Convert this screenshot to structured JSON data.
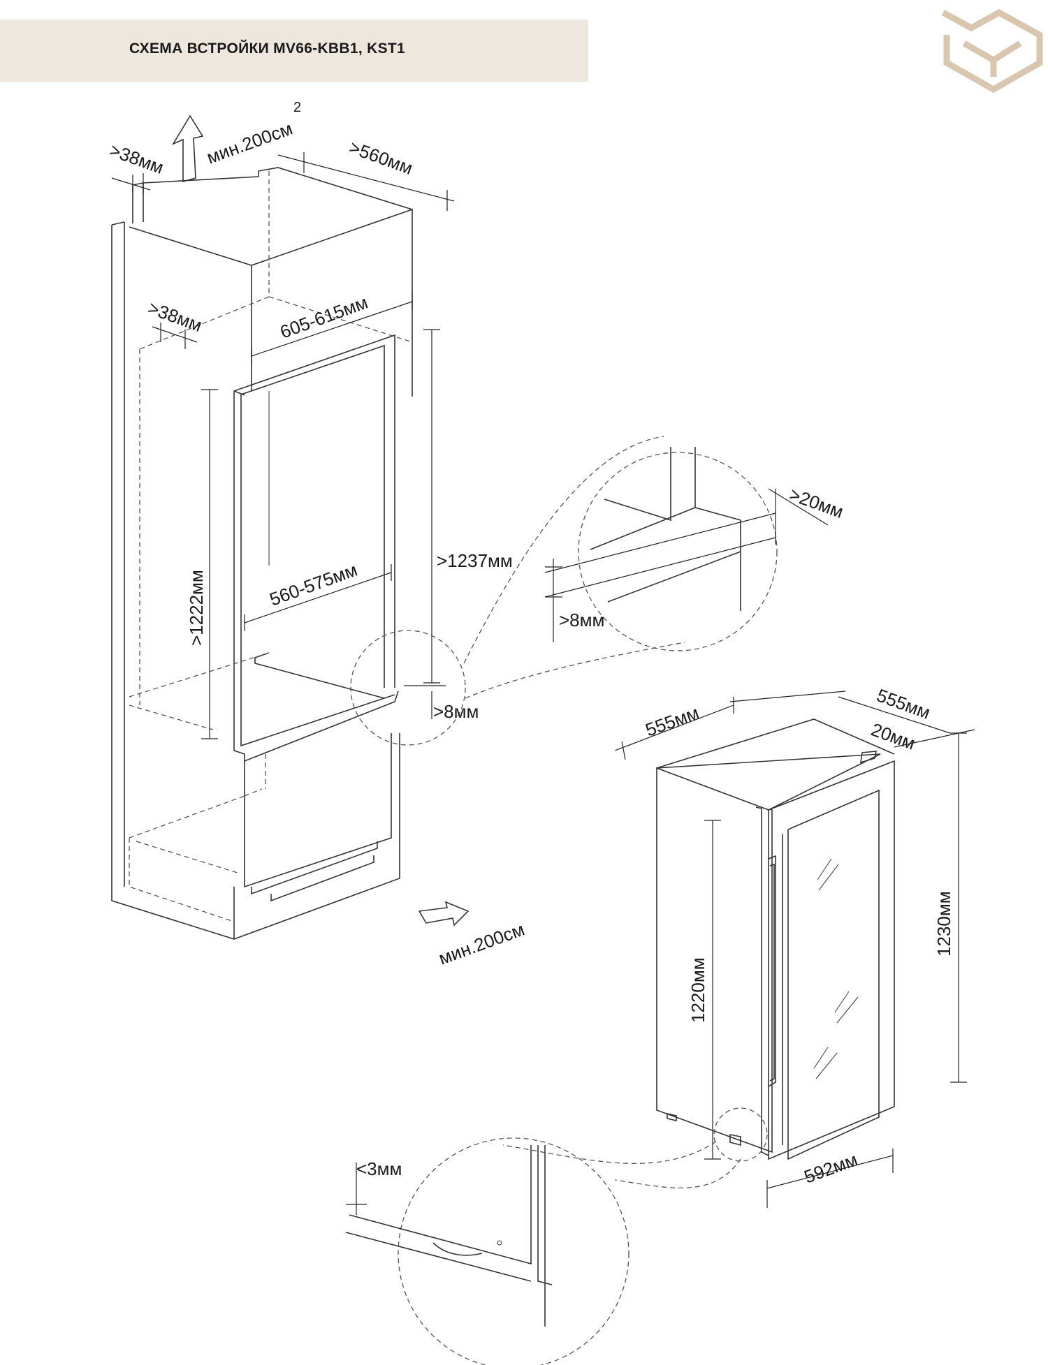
{
  "header": {
    "title": "СХЕМА ВСТРОЙКИ MV66-KBB1, KST1"
  },
  "logo": {
    "icon": "brand-logo-icon",
    "color": "#d8c7ae"
  },
  "colors": {
    "header_bg": "#ede7dd",
    "line": "#333333"
  },
  "labels": {
    "vent_top": "мин.200см",
    "vent_top_sup": "2",
    "vent_bottom": "мин.200см",
    "gap_top": ">38мм",
    "depth_top": ">560мм",
    "gap_mid": ">38мм",
    "width_outer": "605-615мм",
    "width_inner": "560-575мм",
    "height_niche": ">1222мм",
    "height_total": ">1237мм",
    "gap_side": ">8мм",
    "detail_gap_back": ">20мм",
    "detail_gap_bottom": ">8мм",
    "unit_depth": "555мм",
    "unit_width": "555мм",
    "door_thickness": "20мм",
    "unit_height": "1230мм",
    "unit_body_height": "1220мм",
    "unit_width_door": "592мм",
    "detail_gap_door": "<3мм"
  }
}
